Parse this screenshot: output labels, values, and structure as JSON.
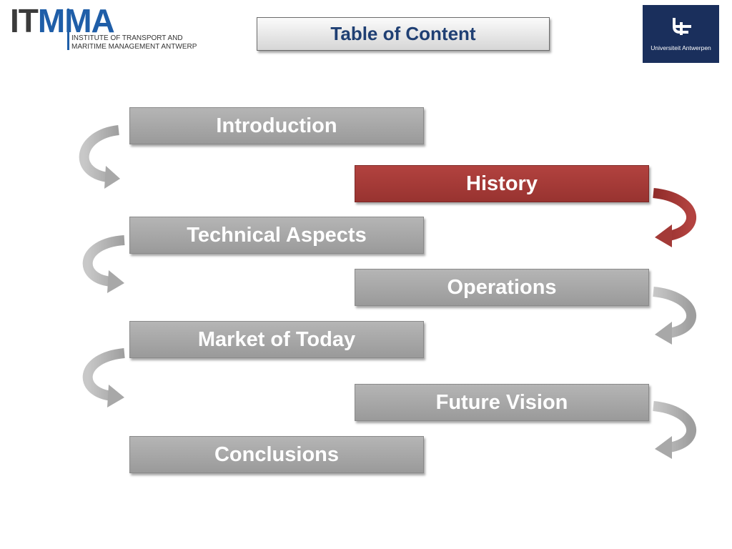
{
  "header": {
    "title": "Table of Content"
  },
  "logo_itmma": {
    "acronym_part1": "IT",
    "acronym_part2": "MMA",
    "line1": "INSTITUTE OF TRANSPORT AND",
    "line2": "MARITIME MANAGEMENT ANTWERP"
  },
  "logo_ua": {
    "name": "Universiteit Antwerpen"
  },
  "sections": [
    {
      "label": "Introduction",
      "state": "default"
    },
    {
      "label": "History",
      "state": "active"
    },
    {
      "label": "Technical Aspects",
      "state": "default"
    },
    {
      "label": "Operations",
      "state": "default"
    },
    {
      "label": "Market of Today",
      "state": "default"
    },
    {
      "label": "Future Vision",
      "state": "default"
    },
    {
      "label": "Conclusions",
      "state": "default"
    }
  ],
  "colors": {
    "box_grey": "#a8a8a8",
    "box_active": "#a33a37",
    "title_text": "#1f3f73",
    "ua_blue": "#1a2f5c",
    "itmma_blue": "#1f5ea8"
  }
}
